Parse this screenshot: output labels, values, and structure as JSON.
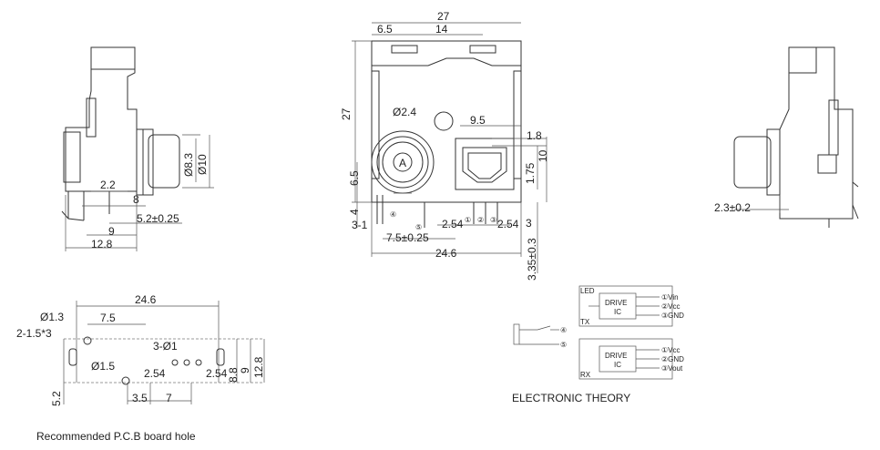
{
  "side_left": {
    "dims": [
      "2.2",
      "8",
      "9",
      "5.2±0.25",
      "12.8"
    ],
    "diameters": [
      "Ø8.3",
      "Ø10"
    ]
  },
  "front": {
    "top_dims": [
      "27",
      "6.5",
      "14"
    ],
    "height": "27",
    "hole_dia": "Ø2.4",
    "dim_95": "9.5",
    "dim_18": "1.8",
    "dim_175": "1.75",
    "dim_10": "10",
    "dim_65": "6.5",
    "dim_4": "4",
    "dim_31": "3-1",
    "dim_254a": "2.54",
    "dim_254b": "2.54",
    "dim_3": "3",
    "dim_75": "7.5±0.25",
    "dim_246": "24.6",
    "dim_335": "3.35±0.3",
    "jack_label": "A",
    "pin_labels": [
      "①",
      "②",
      "③",
      "④",
      "⑤"
    ]
  },
  "side_right": {
    "dim": "2.3±0.2"
  },
  "pcb": {
    "dim_246": "24.6",
    "dia13": "Ø1.3",
    "slot": "2-1.5*3",
    "dim_75": "7.5",
    "three_holes": "3-Ø1",
    "dia15": "Ø1.5",
    "dim_254a": "2.54",
    "dim_254b": "2.54",
    "dim_35": "3.5",
    "dim_7": "7",
    "dim_52": "5.2",
    "dim_88": "8.8",
    "dim_9": "9",
    "dim_128": "12.8",
    "caption": "Recommended P.C.B board hole"
  },
  "theory": {
    "tx_box": {
      "tag_top": "LED",
      "tag_bottom": "TX",
      "block": [
        "DRIVE",
        "IC"
      ],
      "pins": [
        "①Vin",
        "②Vcc",
        "③GND"
      ]
    },
    "rx_box": {
      "tag_bottom": "RX",
      "block": [
        "DRIVE",
        "IC"
      ],
      "pins": [
        "①Vcc",
        "②GND",
        "③Vout"
      ]
    },
    "switch_pins": [
      "④",
      "⑤"
    ],
    "caption": "ELECTRONIC THEORY"
  }
}
